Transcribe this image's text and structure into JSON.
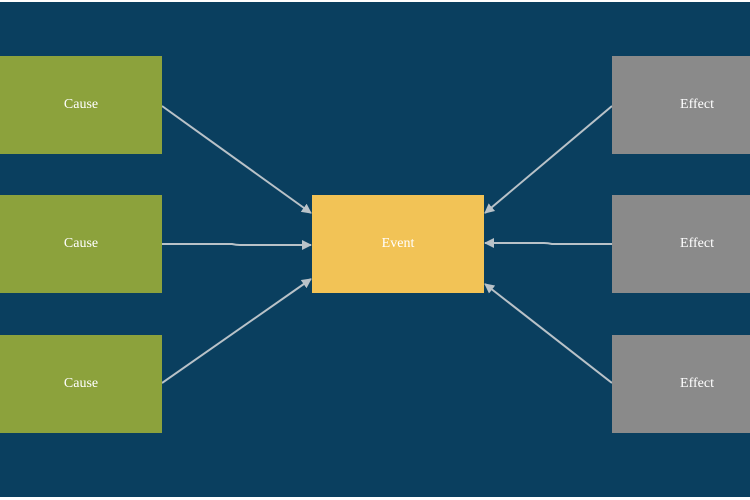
{
  "colors": {
    "background": "#0a3f5f",
    "cause": "#8ca23c",
    "effect": "#8a8a8a",
    "event": "#f2c356",
    "connector": "#b9c2c8"
  },
  "causes": [
    {
      "label": "Cause"
    },
    {
      "label": "Cause"
    },
    {
      "label": "Cause"
    }
  ],
  "event": {
    "label": "Event"
  },
  "effects": [
    {
      "label": "Effect"
    },
    {
      "label": "Effect"
    },
    {
      "label": "Effect"
    }
  ]
}
